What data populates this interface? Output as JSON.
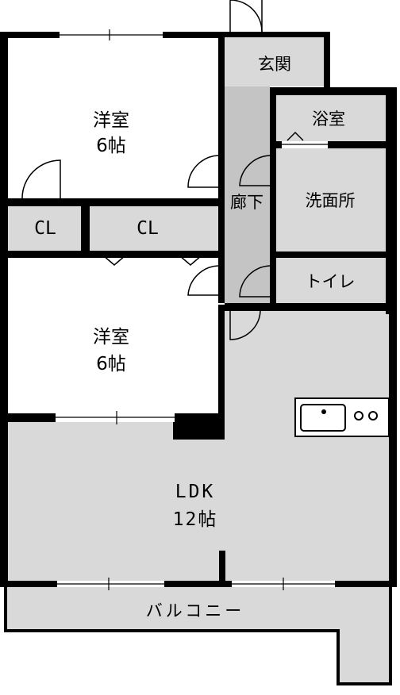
{
  "rooms": {
    "bedroom_top": {
      "name": "洋室",
      "size": "6帖"
    },
    "bedroom_bottom": {
      "name": "洋室",
      "size": "6帖"
    },
    "closet_left": {
      "name": "CL"
    },
    "closet_right": {
      "name": "CL"
    },
    "entrance": {
      "name": "玄関"
    },
    "bathroom": {
      "name": "浴室"
    },
    "corridor": {
      "name": "廊下"
    },
    "washroom": {
      "name": "洗面所"
    },
    "toilet": {
      "name": "トイレ"
    },
    "ldk": {
      "name": "LDK",
      "size": "12帖"
    },
    "balcony": {
      "name": "バルコニー"
    }
  },
  "colors": {
    "wall": "#000000",
    "floor_gray": "#d9d9d9",
    "corridor_gray": "#c4c4c4",
    "background": "#ffffff"
  },
  "icons": {
    "sink": "sink-icon",
    "stove": "stove-burners-icon"
  }
}
